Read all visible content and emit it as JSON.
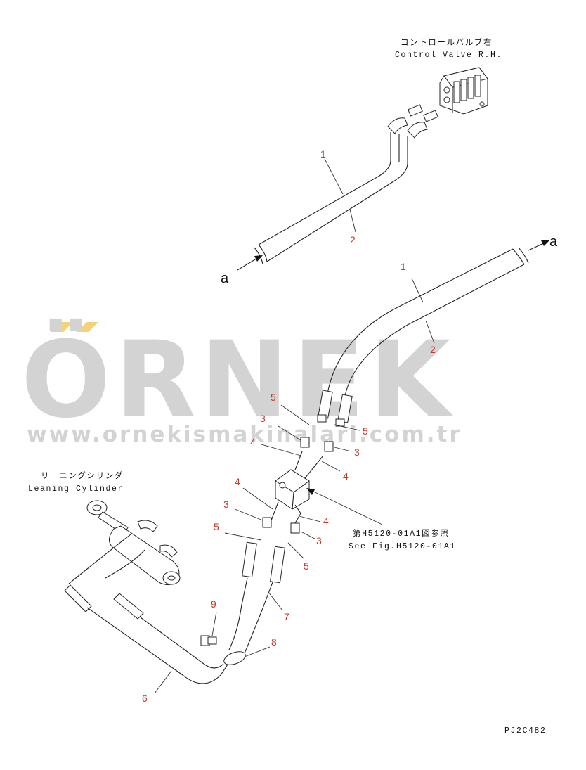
{
  "labels": {
    "control_valve_jp": "コントロールバルブ右",
    "control_valve_en": "Control Valve R.H.",
    "leaning_cylinder_jp": "リーニングシリンダ",
    "leaning_cylinder_en": "Leaning Cylinder",
    "fig_ref_jp": "第H5120-01A1図参照",
    "fig_ref_en": "See Fig.H5120-01A1",
    "drawing_no": "PJ2C482",
    "arrow_a": "a"
  },
  "callouts": {
    "top_hose_1": "1",
    "top_hose_2": "2",
    "mid_hose_1": "1",
    "mid_hose_2": "2",
    "left_5": "5",
    "left_3": "3",
    "left_4": "4",
    "right_5": "5",
    "right_3": "3",
    "right_4": "4",
    "lower_4": "4",
    "lower_3": "3",
    "lower_5": "5",
    "lower_r4": "4",
    "lower_r3": "3",
    "lower_r5": "5",
    "item_9": "9",
    "item_7": "7",
    "item_8": "8",
    "item_6": "6"
  },
  "watermark": {
    "brand": "ÖRNEK",
    "url": "www.ornekismakinalari.com.tr"
  },
  "colors": {
    "callout": "#c0392b",
    "watermark": "#d3d3d3",
    "watermark_accent": "#f3d27a"
  }
}
